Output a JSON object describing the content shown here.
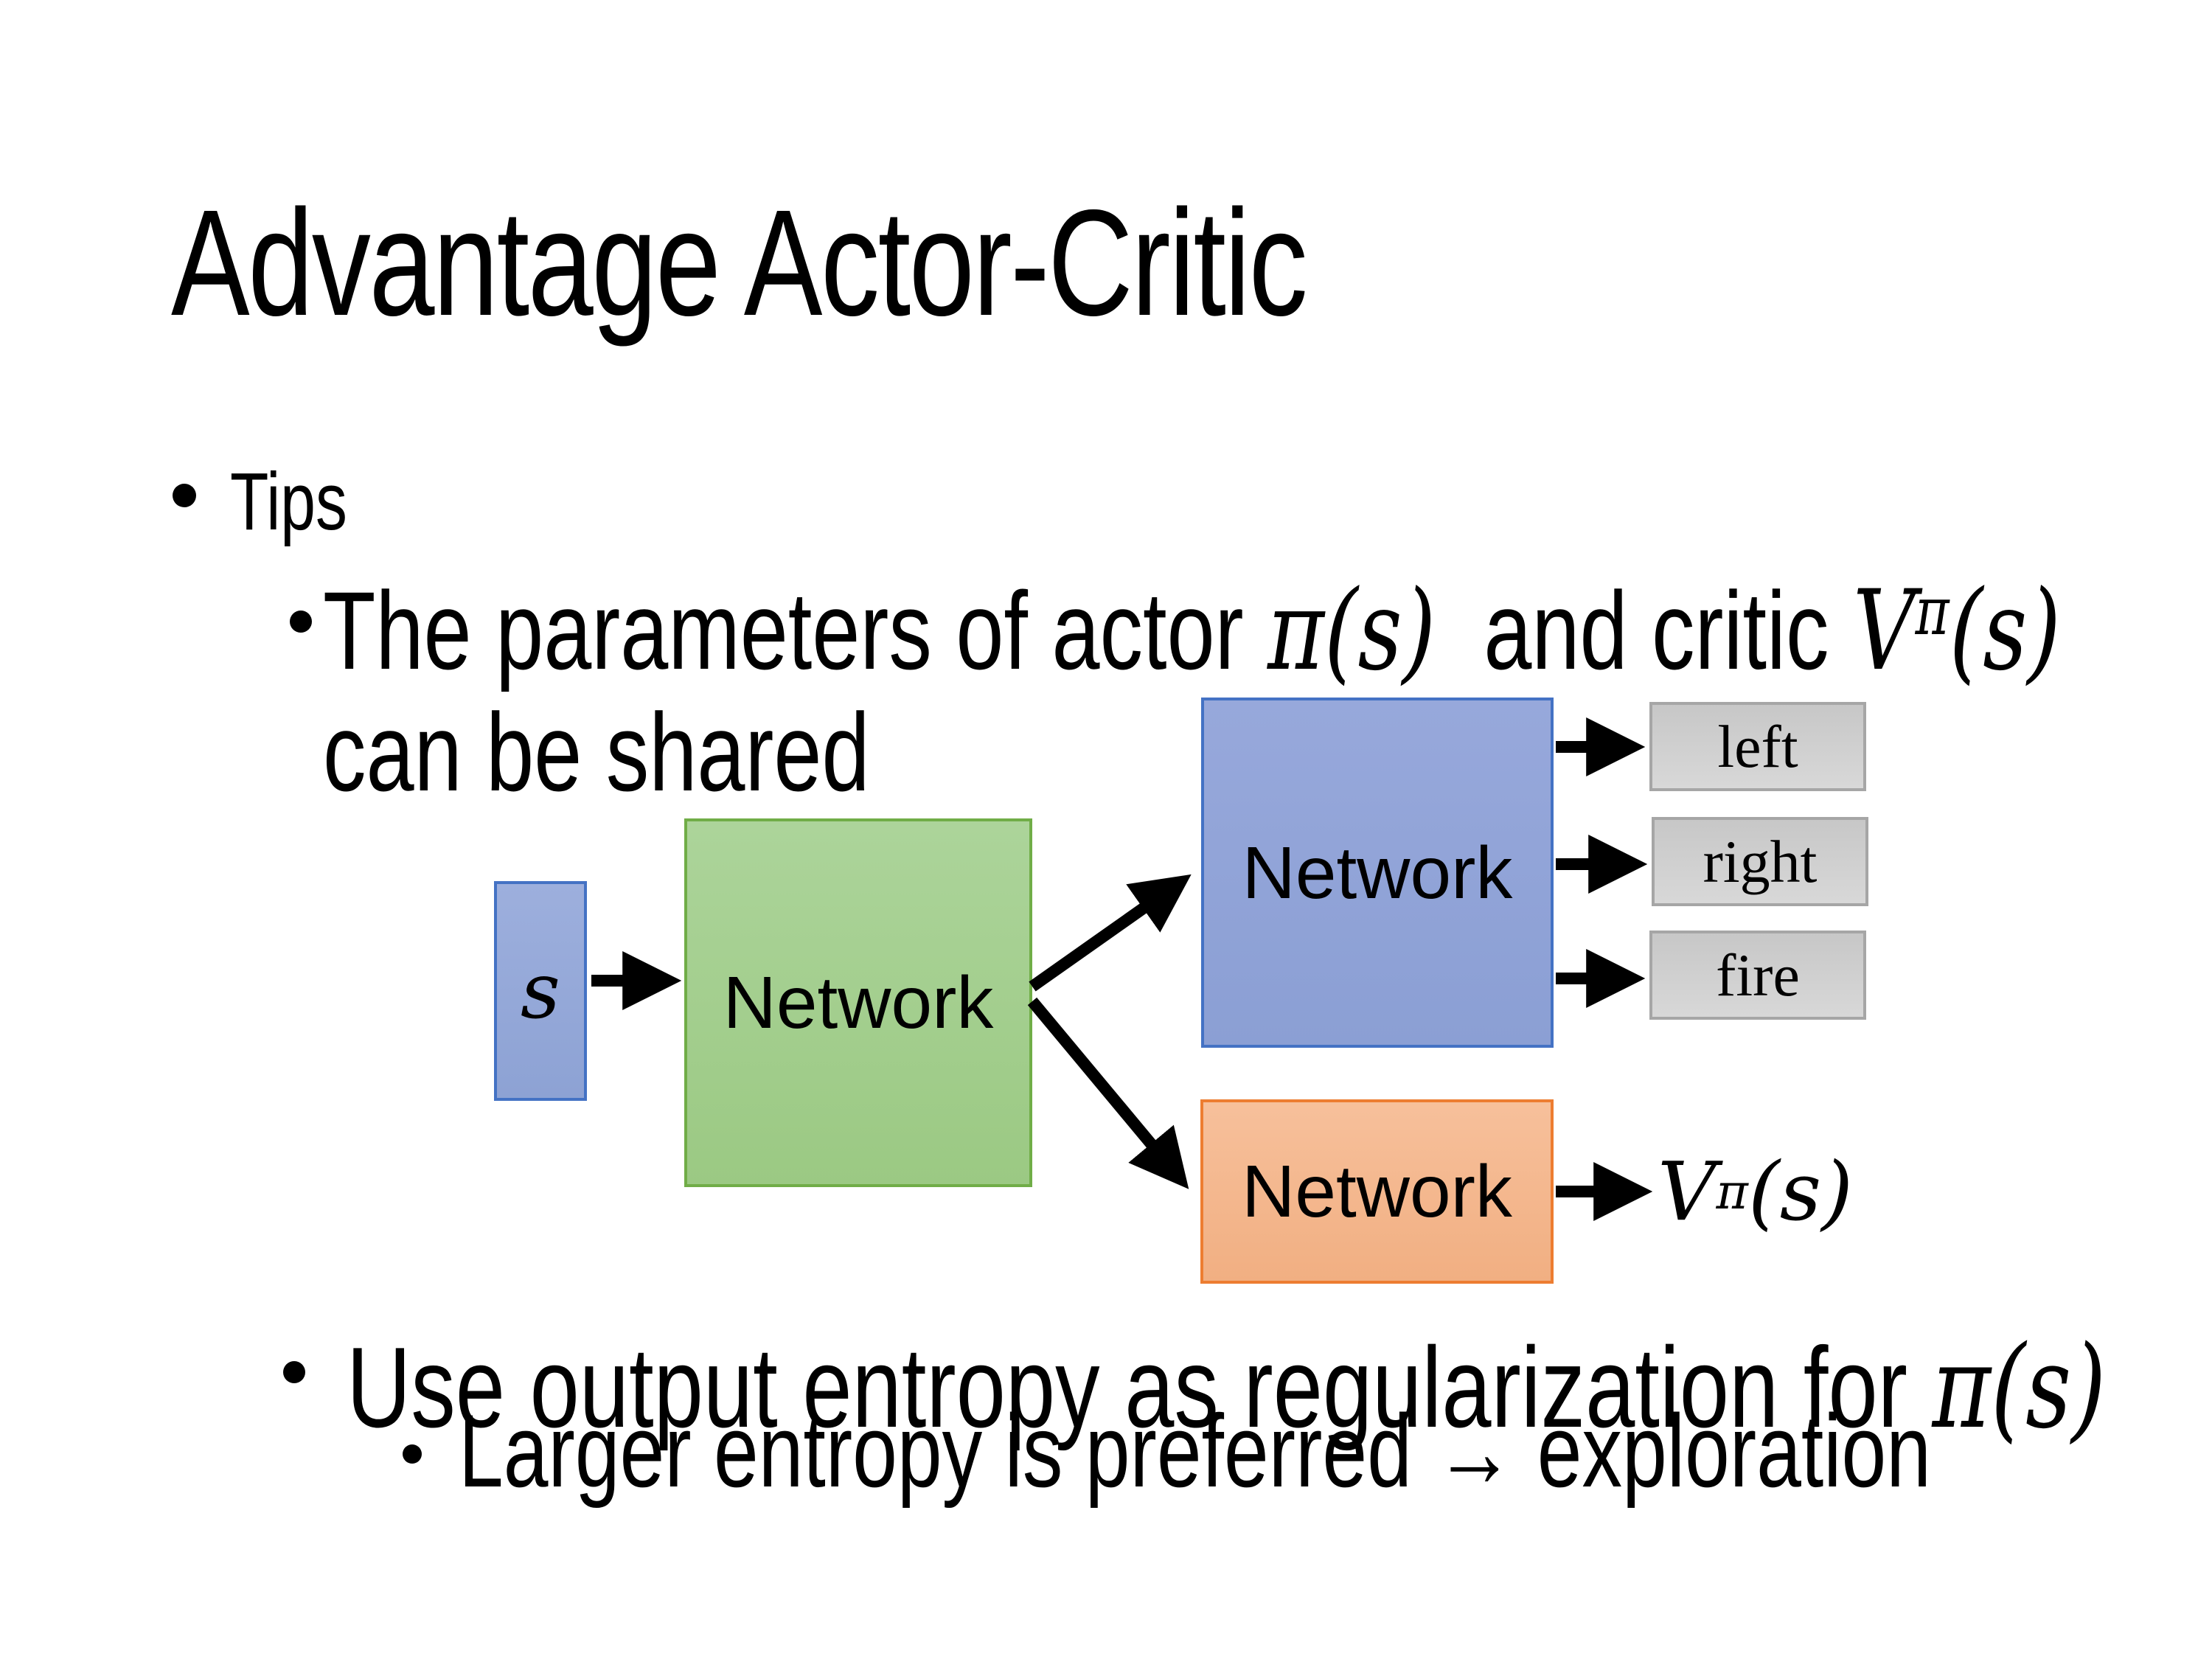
{
  "slide": {
    "title": "Advantage Actor-Critic",
    "tips_label": "Tips",
    "bullet1": {
      "seg1": "The parameters of actor ",
      "math1": "π(s)",
      "seg2": "  and critic ",
      "math2_base": "V",
      "math2_sup": "π",
      "math2_tail": "(s)",
      "line2": "can be shared"
    },
    "bullet2": {
      "seg1": "Use output entropy as regularization for ",
      "math1": "π(s)"
    },
    "bullet3": {
      "text": "Larger entropy is preferred → exploration"
    },
    "diagram": {
      "state_label": "s",
      "shared_network_label": "Network",
      "policy_network_label": "Network",
      "value_network_label": "Network",
      "actions": [
        "left",
        "right",
        "fire"
      ],
      "value_output_base": "V",
      "value_output_sup": "π",
      "value_output_tail": "(s)"
    },
    "colors": {
      "state_fill": "#96A9DA",
      "state_border": "#4472C4",
      "shared_fill": "#A5CF8D",
      "shared_border": "#70AD47",
      "policy_fill": "#92A5D8",
      "policy_border": "#4472C4",
      "value_fill": "#F5B78E",
      "value_border": "#ED7D31",
      "action_fill": "#CFCFCF",
      "action_border": "#A6A6A6",
      "arrow": "#000000"
    }
  }
}
